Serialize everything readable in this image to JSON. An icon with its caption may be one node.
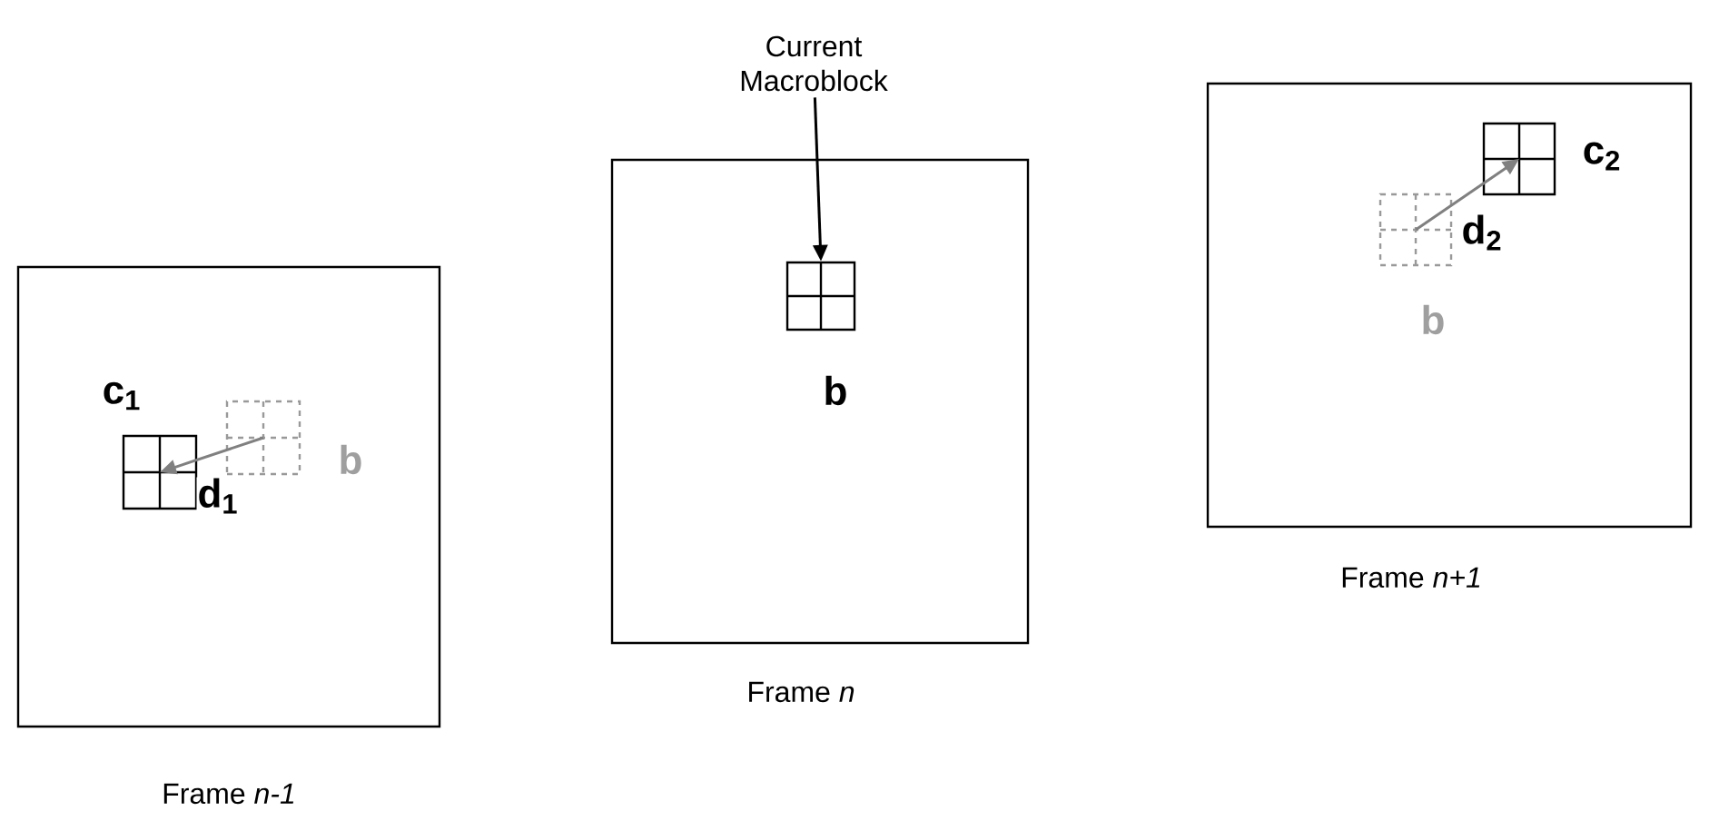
{
  "diagram": {
    "nodes": [
      {
        "text": [
          "Frame *n-1*"
        ]
      },
      {
        "text": [
          "c$_{1}$"
        ],
        "in": 0
      },
      {
        "text": [
          "b"
        ],
        "in": 0
      },
      {
        "text": [
          "Frame *n*"
        ]
      },
      {
        "text": [
          "b"
        ],
        "in": 3
      },
      {
        "text": [
          "Current Macroblock"
        ]
      },
      {
        "text": [
          "Frame *n+1*"
        ]
      },
      {
        "text": [
          "c$_{2}$"
        ],
        "in": 6
      },
      {
        "text": [
          "b"
        ],
        "in": 6
      }
    ],
    "edges": [
      {
        "from": 2,
        "to": 1,
        "arrow": "to",
        "label": "d$_{1}$",
        "color": "#808080"
      },
      {
        "from": 5,
        "to": 4,
        "arrow": "to",
        "color": "#000000"
      },
      {
        "from": 8,
        "to": 7,
        "arrow": "to",
        "label": "d$_{2}$",
        "color": "#808080"
      }
    ]
  }
}
